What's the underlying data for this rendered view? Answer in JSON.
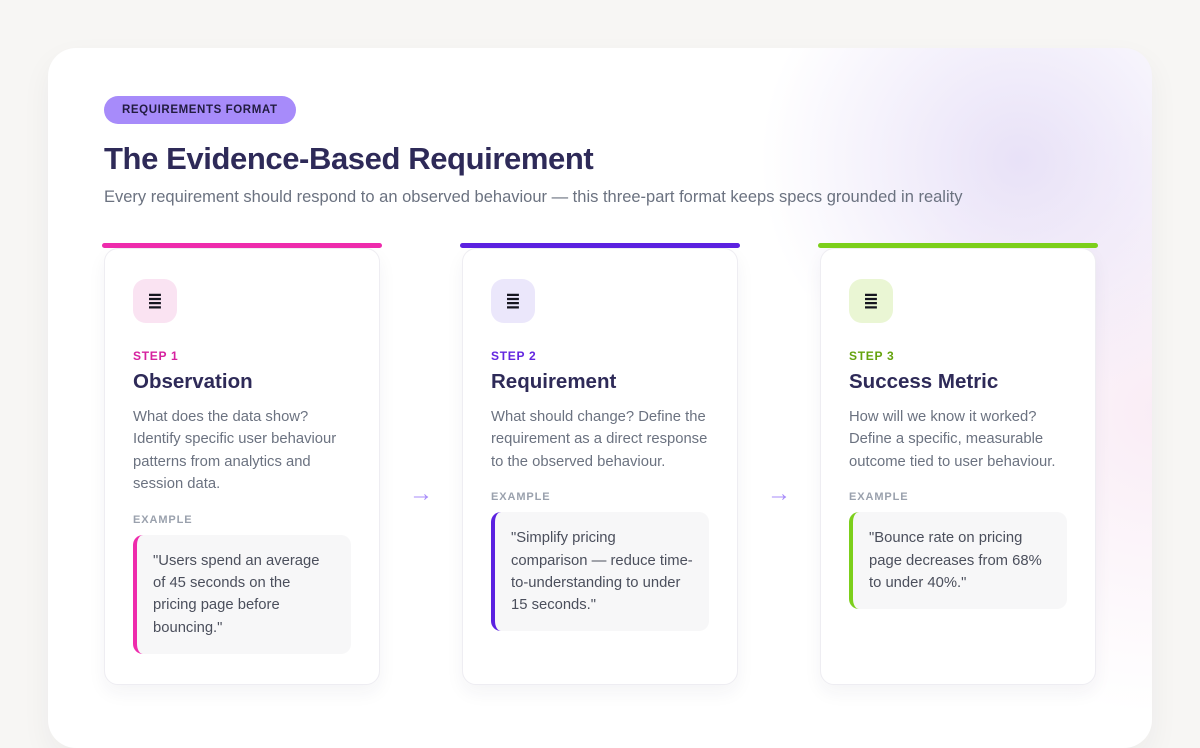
{
  "page": {
    "badge": "REQUIREMENTS FORMAT",
    "title": "The Evidence-Based Requirement",
    "subtitle": "Every requirement should respond to an observed behaviour — this three-part format keeps specs grounded in reality"
  },
  "colors": {
    "badge_bg": "#a78bfa",
    "arrow": "#a78bfa",
    "heading_text": "#2e2a58",
    "body_text": "#6b7280"
  },
  "arrow": {
    "glyph": "→"
  },
  "steps": [
    {
      "step_label": "STEP 1",
      "title": "Observation",
      "description": "What does the data show? Identify specific user behaviour patterns from analytics and session data.",
      "example_label": "EXAMPLE",
      "example_quote": "\"Users spend an average of 45 seconds on the pricing page before bouncing.\"",
      "accent": "#ee2bac",
      "label_color": "#d6219f",
      "icon_bg": "#fae3f2",
      "icon_name": "list-lines-icon",
      "icon_glyph": "≣"
    },
    {
      "step_label": "STEP 2",
      "title": "Requirement",
      "description": "What should change? Define the requirement as a direct response to the observed behaviour.",
      "example_label": "EXAMPLE",
      "example_quote": "\"Simplify pricing comparison — reduce time-to-understanding to under 15 seconds.\"",
      "accent": "#5b21e0",
      "label_color": "#6326e0",
      "icon_bg": "#ebe7fb",
      "icon_name": "list-lines-icon",
      "icon_glyph": "≣"
    },
    {
      "step_label": "STEP 3",
      "title": "Success Metric",
      "description": "How will we know it worked? Define a specific, measurable outcome tied to user behaviour.",
      "example_label": "EXAMPLE",
      "example_quote": "\"Bounce rate on pricing page decreases from 68% to under 40%.\"",
      "accent": "#7ccf1b",
      "label_color": "#65a30d",
      "icon_bg": "#eaf6d4",
      "icon_name": "list-lines-icon",
      "icon_glyph": "≣"
    }
  ]
}
